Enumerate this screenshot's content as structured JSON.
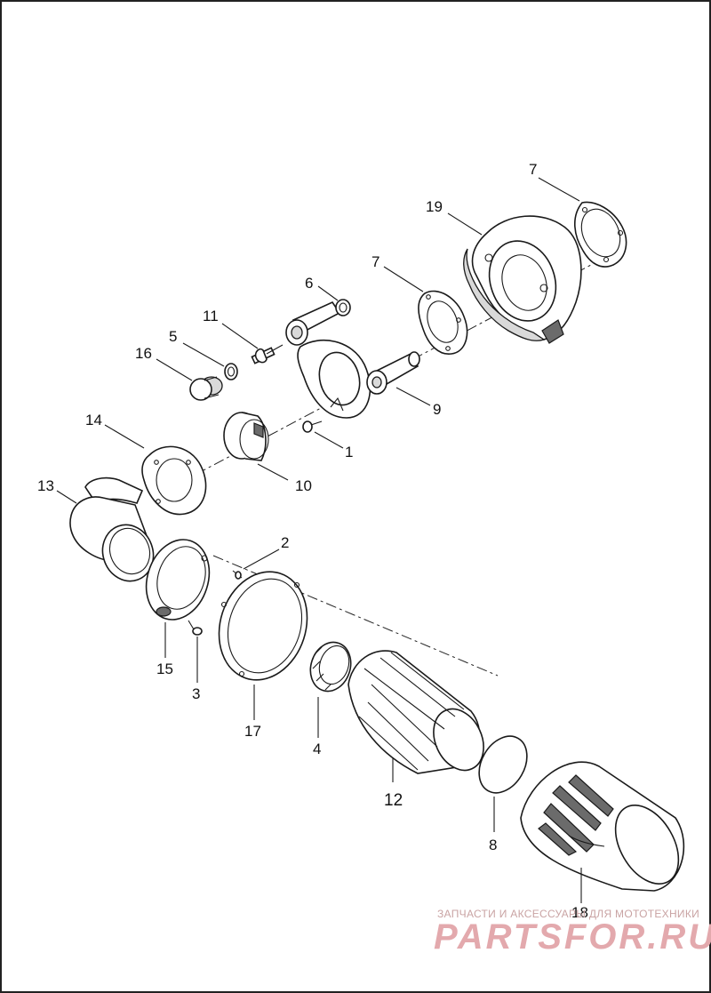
{
  "callouts": {
    "n1": "1",
    "n2": "2",
    "n3": "3",
    "n4": "4",
    "n5": "5",
    "n6": "6",
    "n7a": "7",
    "n7b": "7",
    "n8": "8",
    "n9": "9",
    "n10": "10",
    "n11": "11",
    "n12": "12",
    "n13": "13",
    "n14": "14",
    "n15": "15",
    "n16": "16",
    "n17": "17",
    "n18": "18",
    "n19": "19"
  },
  "watermark": {
    "tagline": "ЗАПЧАСТИ И АКСЕССУАРЫ ДЛЯ МОТОТЕХНИКИ",
    "logo": "PARTSFOR.RU",
    "color": "#e3a9ad"
  }
}
